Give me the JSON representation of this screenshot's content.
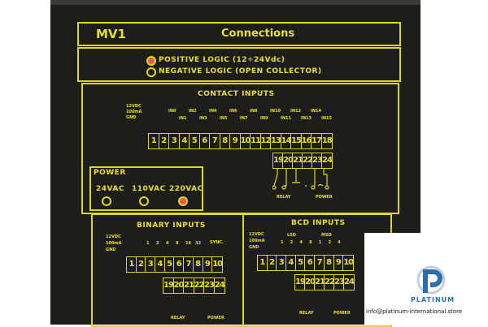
{
  "header": {
    "model": "MV1",
    "title": "Connections"
  },
  "logic": {
    "positive": "POSITIVE LOGIC (12÷24Vdc)",
    "negative": "NEGATIVE LOGIC (OPEN COLLECTOR)",
    "selected": "positive"
  },
  "contact": {
    "title": "CONTACT INPUTS",
    "supply": [
      "12VDC",
      "100mA",
      "GND"
    ],
    "inputs_top": [
      "IN0",
      "IN2",
      "IN4",
      "IN6",
      "IN8",
      "IN10",
      "IN12",
      "IN14"
    ],
    "inputs_bottom": [
      "IN1",
      "IN3",
      "IN5",
      "IN7",
      "IN9",
      "IN11",
      "IN13",
      "IN15"
    ],
    "terminals": [
      "1",
      "2",
      "3",
      "4",
      "5",
      "6",
      "7",
      "8",
      "9",
      "10",
      "11",
      "12",
      "13",
      "14",
      "15",
      "16",
      "17",
      "18"
    ],
    "output_terminals": [
      "19",
      "20",
      "21",
      "22",
      "23",
      "24"
    ],
    "relay": "RELAY",
    "power": "POWER"
  },
  "power": {
    "title": "POWER",
    "options": [
      "24VAC",
      "110VAC",
      "220VAC"
    ],
    "selected": "220VAC"
  },
  "binary": {
    "title": "BINARY INPUTS",
    "supply": [
      "12VDC",
      "100mA",
      "GND"
    ],
    "weights": [
      "1",
      "2",
      "4",
      "8",
      "16",
      "32"
    ],
    "sync": "SYNC.",
    "terminals": [
      "1",
      "2",
      "3",
      "4",
      "5",
      "6",
      "7",
      "8",
      "9",
      "10"
    ],
    "output_terminals": [
      "19",
      "20",
      "21",
      "22",
      "23",
      "24"
    ],
    "relay": "RELAY",
    "power": "POWER"
  },
  "bcd": {
    "title": "BCD INPUTS",
    "supply": [
      "12VDC",
      "100mA",
      "GND"
    ],
    "lsd": "LSD",
    "msd": "MSD",
    "weights": [
      "1",
      "2",
      "4",
      "8",
      "1",
      "2",
      "4"
    ],
    "terminals": [
      "1",
      "2",
      "3",
      "4",
      "5",
      "6",
      "7",
      "8",
      "9",
      "10"
    ],
    "output_terminals": [
      "19",
      "20",
      "21",
      "22",
      "23",
      "24"
    ],
    "relay": "RELAY",
    "power": "POWER"
  },
  "watermark": {
    "brand": "PLATINUM",
    "email": "info@platinum-international.store"
  },
  "colors": {
    "label": "#e8e020",
    "body": "#1d1d1b",
    "led_selected": "#e85a5a",
    "brand": "#2a6fb0"
  }
}
